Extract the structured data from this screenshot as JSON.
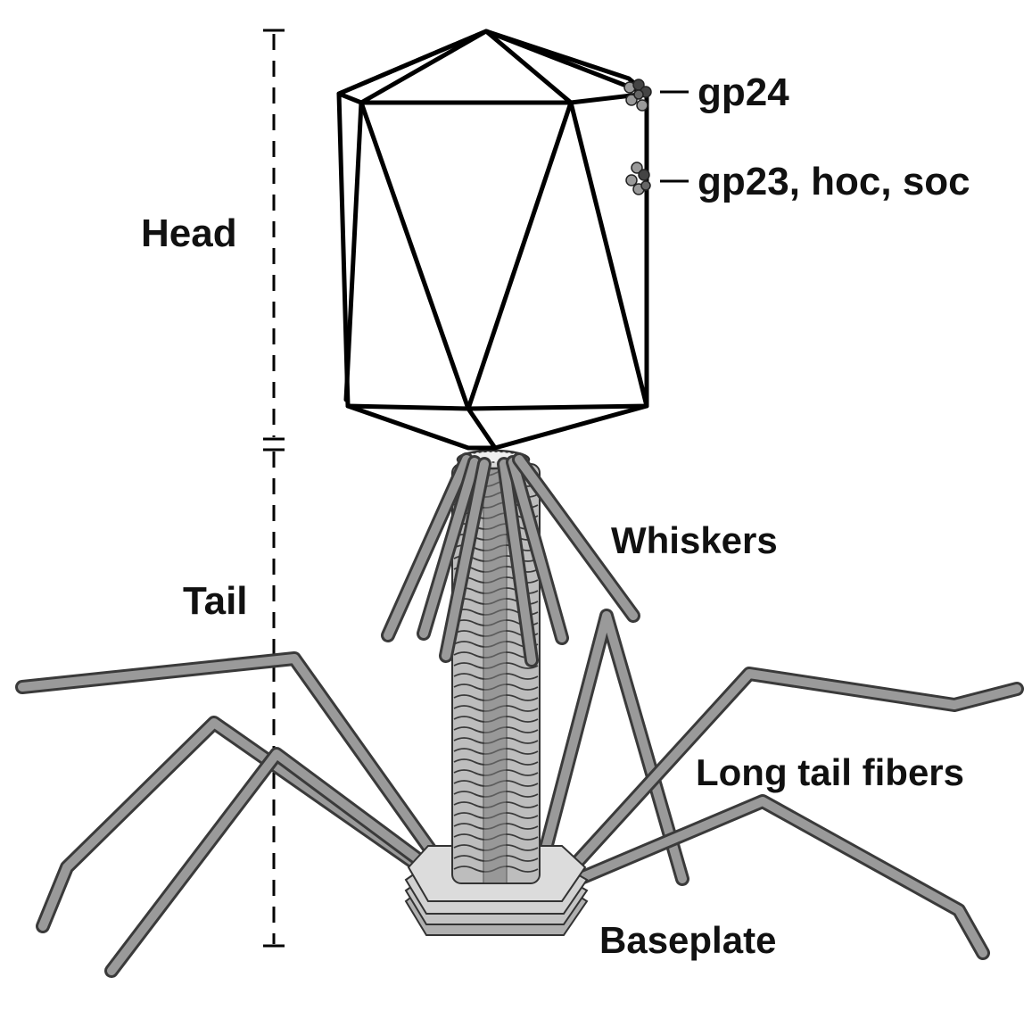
{
  "labels": {
    "head": "Head",
    "tail": "Tail",
    "gp24": "gp24",
    "gp23": "gp23, hoc, soc",
    "whiskers": "Whiskers",
    "long_tail_fibers": "Long tail fibers",
    "baseplate": "Baseplate"
  },
  "colors": {
    "outline": "#000000",
    "fiber_fill": "#9a9a9a",
    "fiber_edge": "#3a3a3a",
    "tail_ring": "#b8b8b8",
    "baseplate_fill": "#cfcfcf",
    "capsomer_dark": "#444444",
    "capsomer_light": "#9a9a9a"
  }
}
